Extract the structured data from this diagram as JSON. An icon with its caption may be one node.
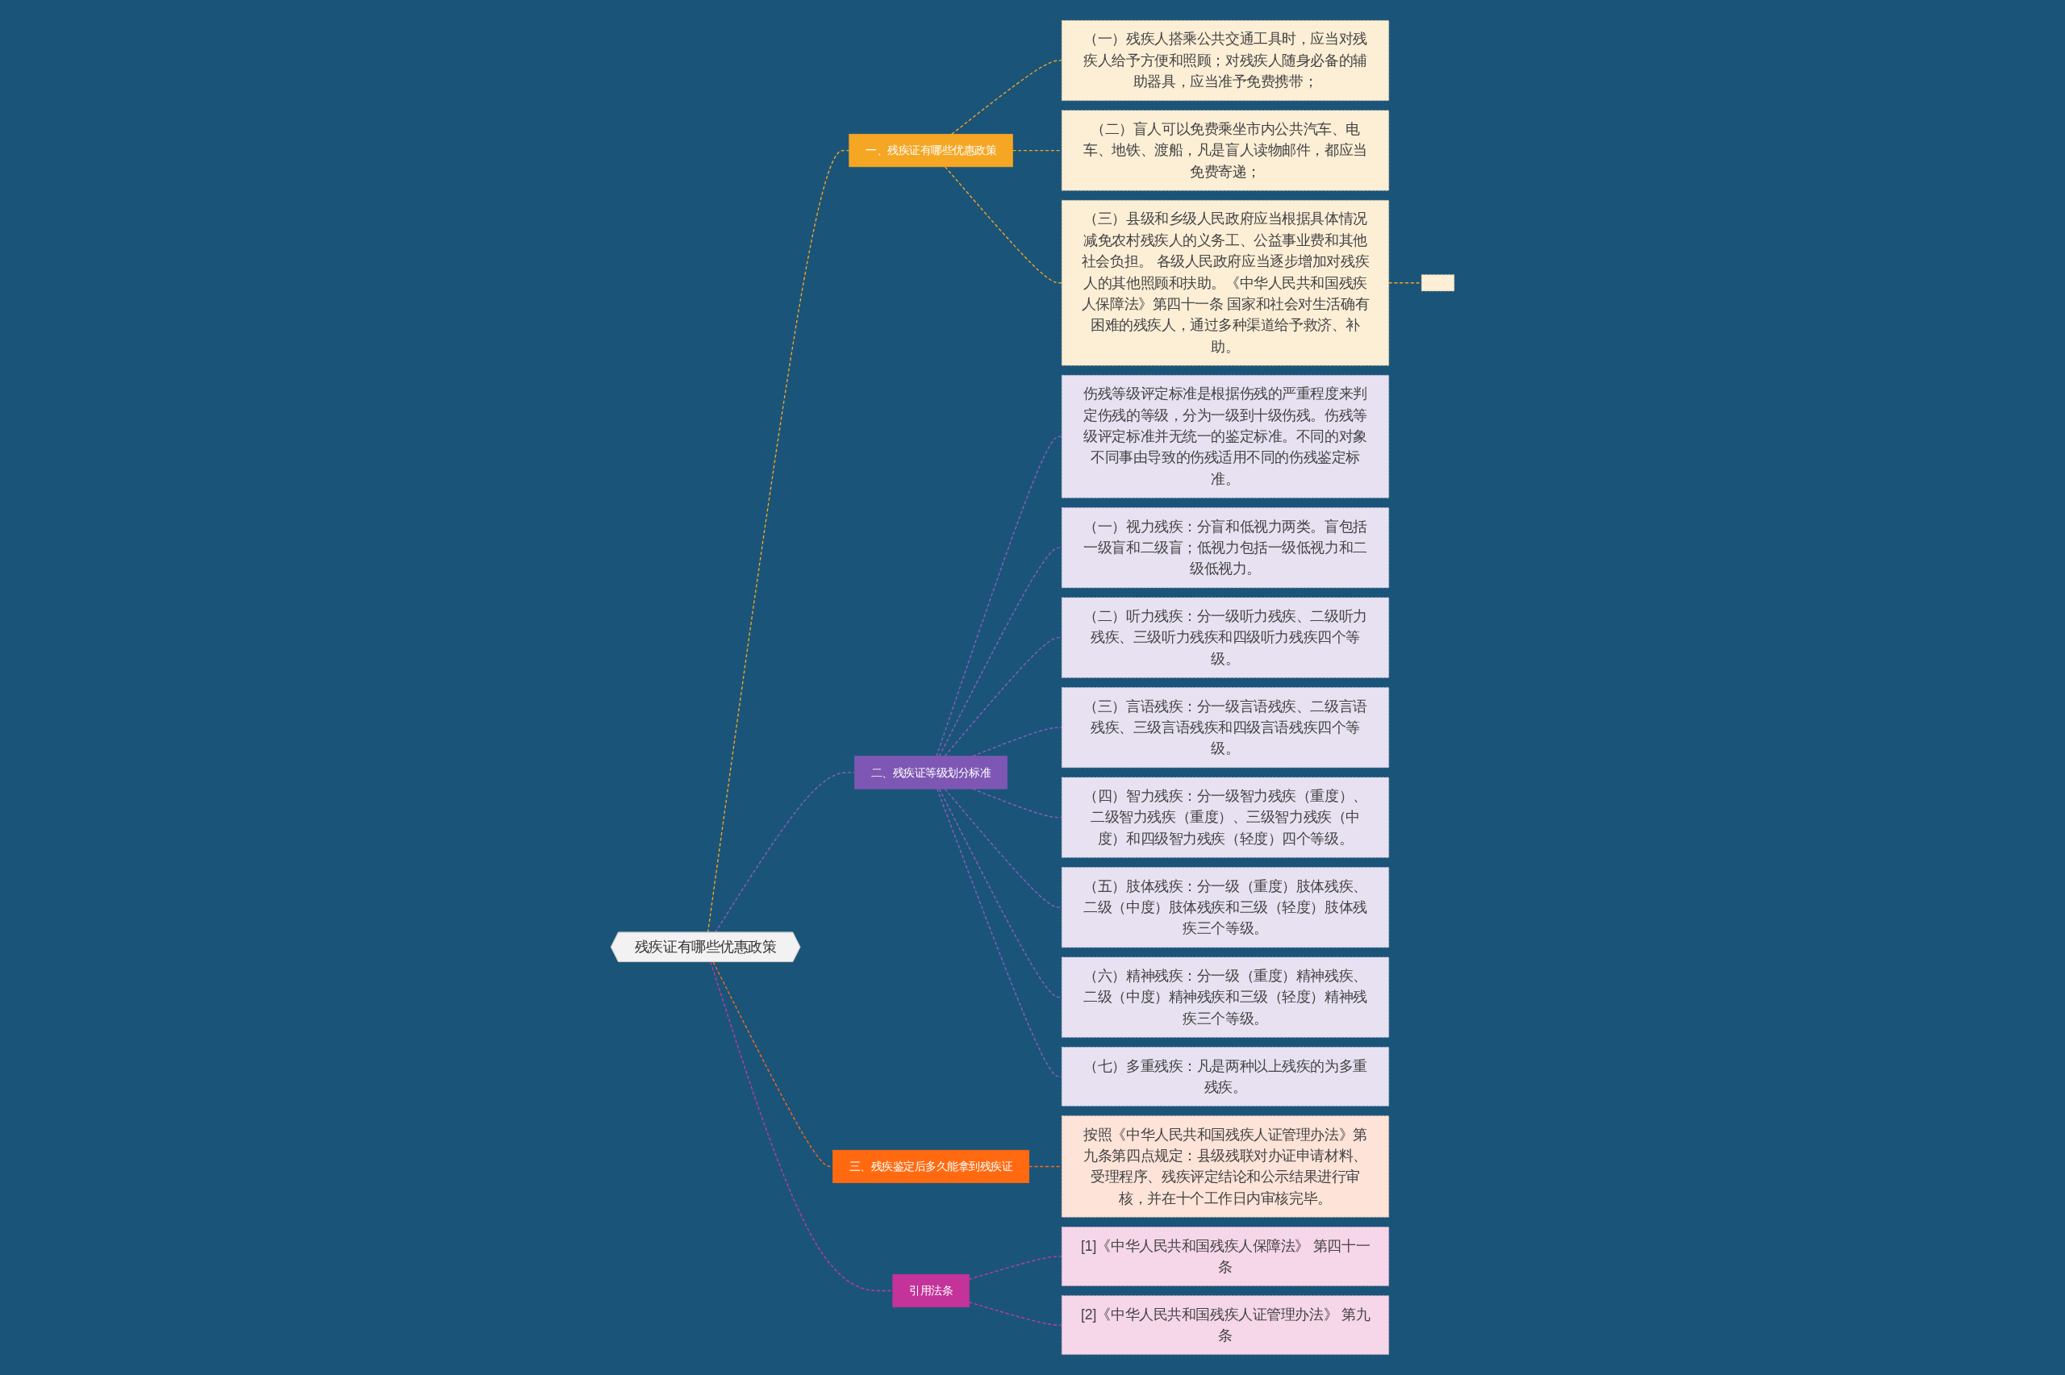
{
  "diagram": {
    "nodes": [
      {
        "text": [
          "残疾证有哪些优惠政策"
        ]
      },
      {
        "text": [
          "一、残疾证有哪些优惠政策"
        ]
      },
      {
        "text": [
          "（一）残疾人搭乘公共交通工具时，应当对残疾人给予方便和照顾；对残疾人随身必备的辅助器具，应当准予免费携带；"
        ]
      },
      {
        "text": [
          "（二）盲人可以免费乘坐市内公共汽车、电车、地铁、渡船，凡是盲人读物邮件，都应当免费寄递；"
        ]
      },
      {
        "text": [
          "（三）县级和乡级人民政府应当根据具体情况减免农村残疾人的义务工、公益事业费和其他社会负担。 各级人民政府应当逐步增加对残疾人的其他照顾和扶助。《中华人民共和国残疾人保障法》第四十一条 国家和社会对生活确有困难的残疾人，通过多种渠道给予救济、补助。"
        ]
      },
      {
        "text": [],
        "shape": "box"
      },
      {
        "text": [
          "二、残疾证等级划分标准"
        ]
      },
      {
        "text": [
          "伤残等级评定标准是根据伤残的严重程度来判定伤残的等级，分为一级到十级伤残。伤残等级评定标准并无统一的鉴定标准。不同的对象不同事由导致的伤残适用不同的伤残鉴定标准。"
        ]
      },
      {
        "text": [
          "（一）视力残疾：分盲和低视力两类。盲包括一级盲和二级盲；低视力包括一级低视力和二级低视力。"
        ]
      },
      {
        "text": [
          "（二）听力残疾：分一级听力残疾、二级听力残疾、三级听力残疾和四级听力残疾四个等级。"
        ]
      },
      {
        "text": [
          "（三）言语残疾：分一级言语残疾、二级言语残疾、三级言语残疾和四级言语残疾四个等级。"
        ]
      },
      {
        "text": [
          "（四）智力残疾：分一级智力残疾（重度）、二级智力残疾（重度）、三级智力残疾（中度）和四级智力残疾（轻度）四个等级。"
        ]
      },
      {
        "text": [
          "（五）肢体残疾：分一级（重度）肢体残疾、二级（中度）肢体残疾和三级（轻度）肢体残疾三个等级。"
        ]
      },
      {
        "text": [
          "（六）精神残疾：分一级（重度）精神残疾、二级（中度）精神残疾和三级（轻度）精神残疾三个等级。"
        ]
      },
      {
        "text": [
          "（七）多重残疾：凡是两种以上残疾的为多重残疾。"
        ]
      },
      {
        "text": [
          "三、残疾鉴定后多久能拿到残疾证"
        ]
      },
      {
        "text": [
          "按照《中华人民共和国残疾人证管理办法》第九条第四点规定：县级残联对办证申请材料、受理程序、残疾评定结论和公示结果进行审核，并在十个工作日内审核完毕。"
        ]
      },
      {
        "text": [
          "引用法条"
        ]
      },
      {
        "text": [
          "[1]《中华人民共和国残疾人保障法》 第四十一条"
        ]
      },
      {
        "text": [
          "[2]《中华人民共和国残疾人证管理办法》 第九条"
        ]
      }
    ],
    "edges": [
      {
        "from": 0,
        "to": 1,
        "arrow": "none",
        "style": "dashed",
        "color": "#f5a623"
      },
      {
        "from": 1,
        "to": 2,
        "arrow": "none",
        "style": "dashed",
        "color": "#f5a623"
      },
      {
        "from": 1,
        "to": 3,
        "arrow": "none",
        "style": "dashed",
        "color": "#f5a623"
      },
      {
        "from": 1,
        "to": 4,
        "arrow": "none",
        "style": "dashed",
        "color": "#f5a623"
      },
      {
        "from": 4,
        "to": 5,
        "arrow": "none",
        "style": "dashed",
        "color": "#f5a623"
      },
      {
        "from": 0,
        "to": 6,
        "arrow": "none",
        "style": "dashed",
        "color": "#8e5fc4"
      },
      {
        "from": 6,
        "to": 7,
        "arrow": "none",
        "style": "dashed",
        "color": "#8e5fc4"
      },
      {
        "from": 6,
        "to": 8,
        "arrow": "none",
        "style": "dashed",
        "color": "#8e5fc4"
      },
      {
        "from": 6,
        "to": 9,
        "arrow": "none",
        "style": "dashed",
        "color": "#8e5fc4"
      },
      {
        "from": 6,
        "to": 10,
        "arrow": "none",
        "style": "dashed",
        "color": "#8e5fc4"
      },
      {
        "from": 6,
        "to": 11,
        "arrow": "none",
        "style": "dashed",
        "color": "#8e5fc4"
      },
      {
        "from": 6,
        "to": 12,
        "arrow": "none",
        "style": "dashed",
        "color": "#8e5fc4"
      },
      {
        "from": 6,
        "to": 13,
        "arrow": "none",
        "style": "dashed",
        "color": "#8e5fc4"
      },
      {
        "from": 6,
        "to": 14,
        "arrow": "none",
        "style": "dashed",
        "color": "#8e5fc4"
      },
      {
        "from": 0,
        "to": 15,
        "arrow": "none",
        "style": "dashed",
        "color": "#ff6a1a"
      },
      {
        "from": 15,
        "to": 16,
        "arrow": "none",
        "style": "dashed",
        "color": "#ff6a1a"
      },
      {
        "from": 0,
        "to": 17,
        "arrow": "none",
        "style": "dashed",
        "color": "#c93a9e"
      },
      {
        "from": 17,
        "to": 18,
        "arrow": "none",
        "style": "dashed",
        "color": "#c93a9e"
      },
      {
        "from": 17,
        "to": 19,
        "arrow": "none",
        "style": "dashed",
        "color": "#c93a9e"
      }
    ]
  }
}
